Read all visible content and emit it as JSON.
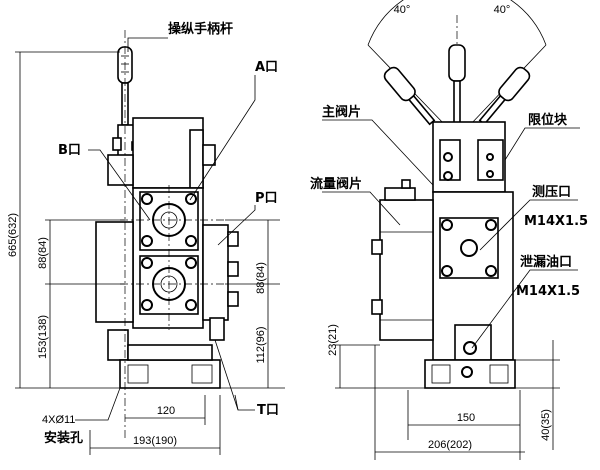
{
  "labels": {
    "handle": "操纵手柄杆",
    "port_a": "A口",
    "port_b": "B口",
    "port_p": "P口",
    "port_t": "T口",
    "main_valve": "主阀片",
    "flow_valve": "流量阀片",
    "limit_block": "限位块",
    "test_port": "测压口",
    "test_port_thread": "M14X1.5",
    "drain_port": "泄漏油口",
    "drain_port_thread": "M14X1.5",
    "mount_hole": "安装孔",
    "mount_hole_spec": "4XØ11"
  },
  "dimensions": {
    "left_height": "665(632)",
    "left_88": "88(84)",
    "left_153": "153(138)",
    "mid_88": "88(84)",
    "mid_112": "112(96)",
    "base_120": "120",
    "base_193": "193(190)",
    "angle_left": "40°",
    "angle_right": "40°",
    "right_23": "23(21)",
    "right_40": "40(35)",
    "right_150": "150",
    "right_206": "206(202)"
  }
}
